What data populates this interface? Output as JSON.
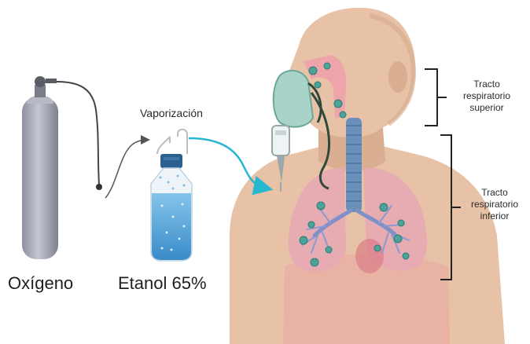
{
  "labels": {
    "oxygen": "Oxígeno",
    "ethanol": "Etanol 65%",
    "vaporization": "Vaporización",
    "upper_tract": "Tracto respiratorio superior",
    "lower_tract": "Tracto respiratorio inferior"
  },
  "icons": {
    "oxygen_cylinder": "oxygen-cylinder-icon",
    "ethanol_bottle": "ethanol-bottle-icon",
    "nebulizer": "nebulizer-mask-icon",
    "virus": "virus-icon"
  },
  "colors": {
    "skin": "#e7c2a6",
    "skin_shadow": "#d8ab8d",
    "cylinder": "#a3a6b4",
    "liquid": "#4da3d9",
    "bottle_cap": "#2b5f8e",
    "mask": "#a9d3c9",
    "lung": "#e7a9b4",
    "bronchi": "#7f8fc8",
    "trachea": "#6a8fb8",
    "virus": "#4aa49a",
    "arrow_cyan": "#27b8d0",
    "bracket": "#222222"
  }
}
